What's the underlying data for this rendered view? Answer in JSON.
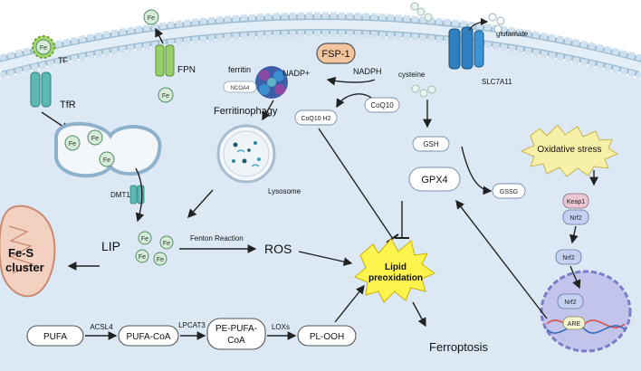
{
  "labels": {
    "tf": "TF",
    "tfr": "TfR",
    "fpn": "FPN",
    "fsp1": "FSP-1",
    "nadph": "NADPH",
    "nadp": "NADP+",
    "ferritin": "ferritin",
    "ncoa4": "NCOA4",
    "ferritinophagy": "Ferritinophagy",
    "coq10h2": "CoQ10 H2",
    "coq10": "CoQ10",
    "cysteine": "cysteine",
    "glutamate": "glutamate",
    "slc7a11": "SLC7A11",
    "gsh": "GSH",
    "gpx4": "GPX4",
    "gssg": "GSSG",
    "oxidative_stress": "Oxidative stress",
    "keap1": "Keap1",
    "nrf2": "Nrf2",
    "are": "ARE",
    "dmt1": "DMT1",
    "lysosome": "Lysosome",
    "fes_line1": "Fe-S",
    "fes_line2": "cluster",
    "lip": "LIP",
    "fenton": "Fenton Reaction",
    "ros": "ROS",
    "lipid_line1": "Lipid",
    "lipid_line2": "preoxidation",
    "pufa": "PUFA",
    "acsl4": "ACSL4",
    "pufacoa": "PUFA-CoA",
    "lpcat3": "LPCAT3",
    "pepufa_line1": "PE-PUFA-",
    "pepufa_line2": "CoA",
    "loxs": "LOXs",
    "plooh": "PL-OOH",
    "ferroptosis": "Ferroptosis",
    "fe": "Fe"
  },
  "colors": {
    "membrane_head": "#cde0ee",
    "membrane_edge": "#8fb2cc",
    "cytoplasm": "#dce9f5",
    "tfr": "#5db8b4",
    "fpn": "#98cf6a",
    "slc7a11": "#2f7fc0",
    "fe_fill": "#d8ebd9",
    "fe_stroke": "#4f8f66",
    "fsp1": "#f3c59c",
    "burst": "#fff34d",
    "oxstress": "#f6f0a8",
    "nucleus": "#c3c4ec",
    "mito": "#f4d0c0"
  }
}
